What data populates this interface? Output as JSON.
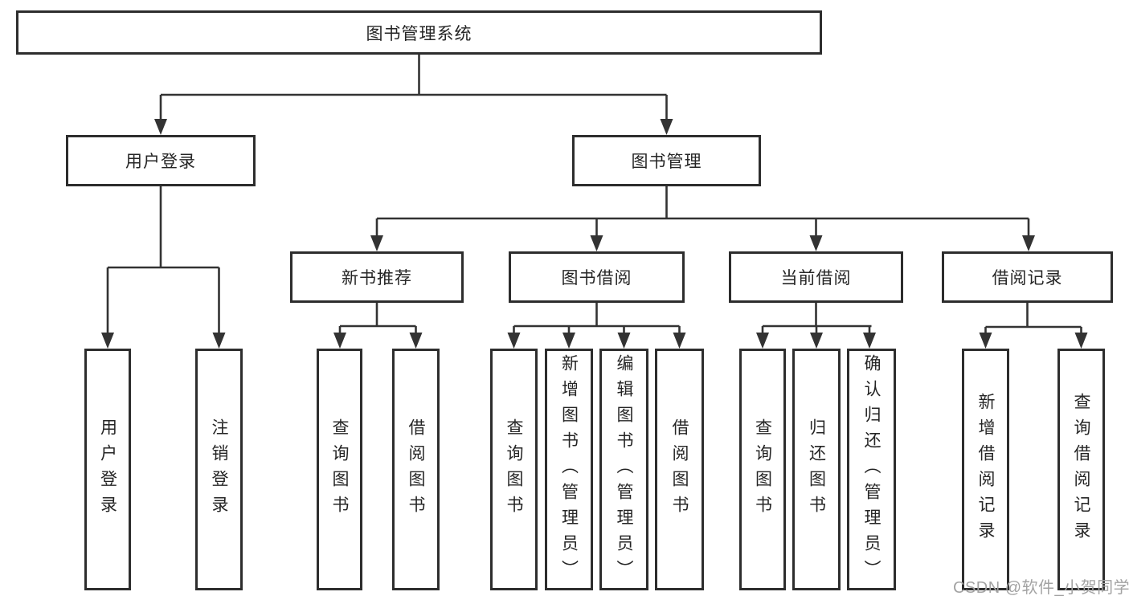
{
  "diagram_title": "图书管理系统",
  "root": {
    "label": "图书管理系统"
  },
  "level2": [
    {
      "label": "用户登录"
    },
    {
      "label": "图书管理"
    }
  ],
  "level3": [
    {
      "label": "新书推荐"
    },
    {
      "label": "图书借阅"
    },
    {
      "label": "当前借阅"
    },
    {
      "label": "借阅记录"
    }
  ],
  "leaves": {
    "user_login": [
      {
        "label": "用户登录"
      },
      {
        "label": "注销登录"
      }
    ],
    "new_books": [
      {
        "label": "查询图书"
      },
      {
        "label": "借阅图书"
      }
    ],
    "book_borrow": [
      {
        "label": "查询图书"
      },
      {
        "label": "新增图书（管理员）"
      },
      {
        "label": "编辑图书（管理员）"
      },
      {
        "label": "借阅图书"
      }
    ],
    "current_borrow": [
      {
        "label": "查询图书"
      },
      {
        "label": "归还图书"
      },
      {
        "label": "确认归还（管理员）"
      }
    ],
    "borrow_records": [
      {
        "label": "新增借阅记录"
      },
      {
        "label": "查询借阅记录"
      }
    ]
  },
  "watermark": "CSDN @软件_小贺同学",
  "colors": {
    "line": "#333333",
    "box_border": "#2d2d2d",
    "text": "#252525",
    "watermark": "#a3a3a3",
    "background": "#ffffff"
  }
}
